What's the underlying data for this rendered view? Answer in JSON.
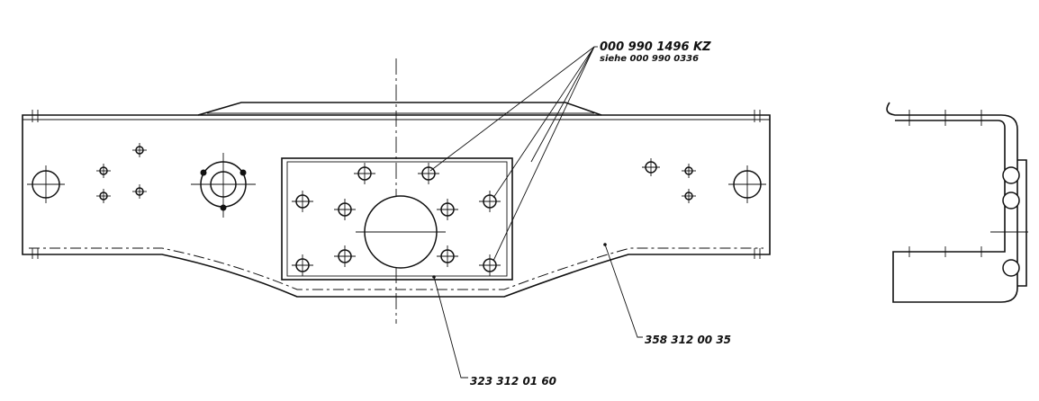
{
  "callouts": {
    "bolt_part_number": "000 990 1496 KZ",
    "bolt_reference": "siehe 000 990 0336",
    "plate_part_number": "323 312 01 60",
    "bracket_part_number": "358 312 00 35"
  },
  "colors": {
    "ink": "#111111",
    "paper": "#ffffff"
  }
}
